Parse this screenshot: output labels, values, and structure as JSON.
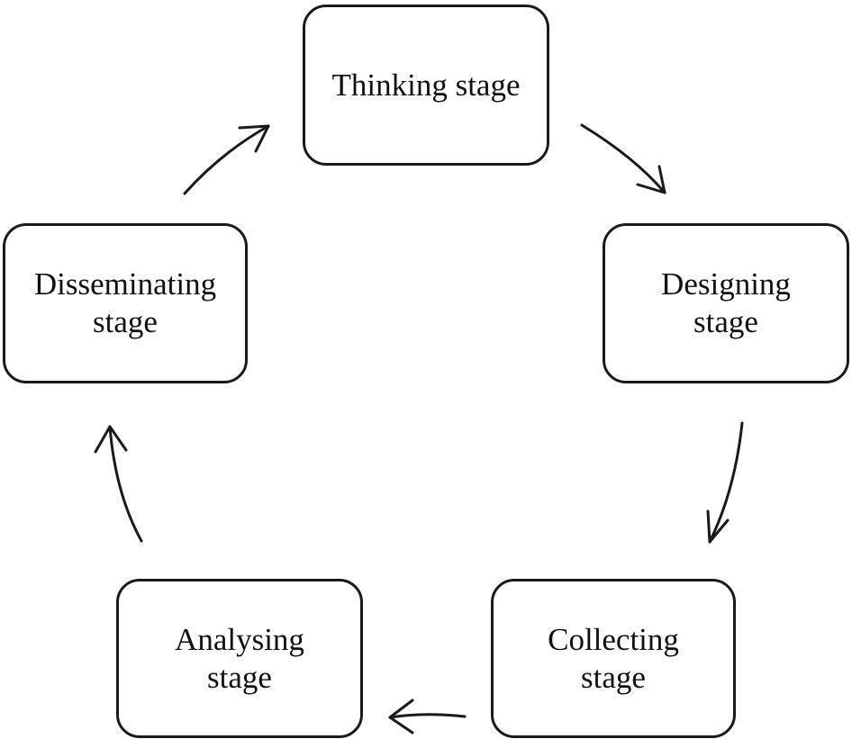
{
  "stages": {
    "thinking": {
      "label": "Thinking stage"
    },
    "designing": {
      "label": "Designing\nstage"
    },
    "collecting": {
      "label": "Collecting\nstage"
    },
    "analysing": {
      "label": "Analysing\nstage"
    },
    "disseminating": {
      "label": "Disseminating\nstage"
    }
  }
}
